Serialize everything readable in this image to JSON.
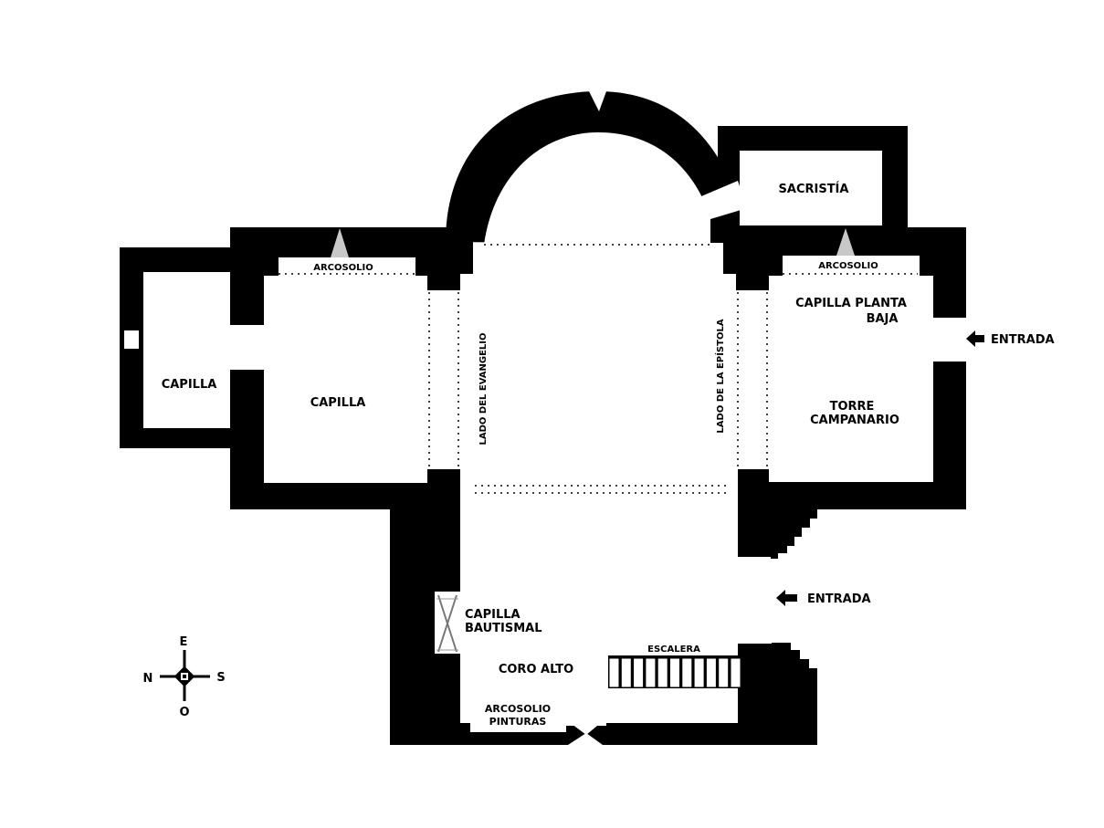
{
  "labels": {
    "sacristia": "SACRISTÍA",
    "arcosolio_left": "ARCOSOLIO",
    "arcosolio_right": "ARCOSOLIO",
    "capilla_planta_baja_1": "CAPILLA PLANTA",
    "capilla_planta_baja_2": "BAJA",
    "entrada_top": "ENTRADA",
    "capilla_far_left": "CAPILLA",
    "capilla_left": "CAPILLA",
    "lado_evangelio": "LADO DEL EVANGELIO",
    "lado_epistola": "LADO DE LA EPÍSTOLA",
    "torre_1": "TORRE",
    "torre_2": "CAMPANARIO",
    "entrada_bottom": "ENTRADA",
    "capilla_bautismal_1": "CAPILLA",
    "capilla_bautismal_2": "BAUTISMAL",
    "escalera": "ESCALERA",
    "coro_alto": "CORO ALTO",
    "arcosolio_pinturas_1": "ARCOSOLIO",
    "arcosolio_pinturas_2": "PINTURAS"
  },
  "compass": {
    "north": "N",
    "south": "S",
    "east": "E",
    "west": "O"
  },
  "colors": {
    "wall": "#000000",
    "floor": "#ffffff",
    "niche": "#c8c8c8"
  }
}
